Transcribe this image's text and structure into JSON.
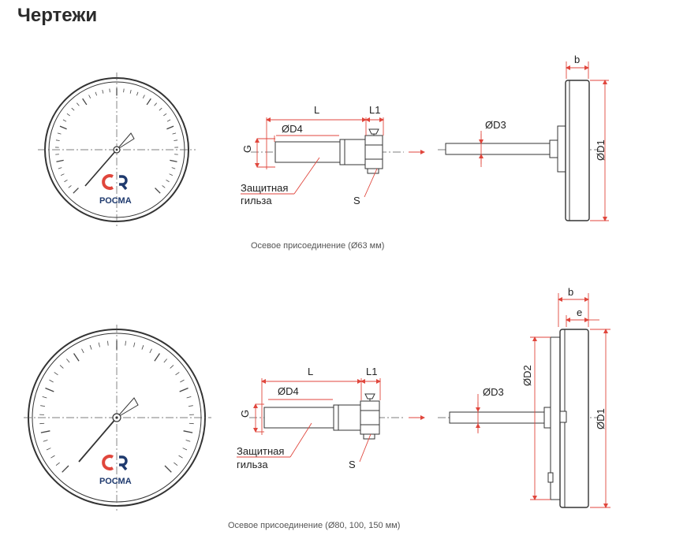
{
  "title": "Чертежи",
  "logo_text": "РОСМА",
  "drawings": [
    {
      "caption": "Осевое присоединение (Ø63 мм)",
      "labels": {
        "L": "L",
        "L1": "L1",
        "D4": "ØD4",
        "G": "G",
        "sleeve_line1": "Защитная",
        "sleeve_line2": "гильза",
        "S": "S",
        "D3": "ØD3",
        "b": "b",
        "D1": "ØD1"
      }
    },
    {
      "caption": "Осевое присоединение (Ø80, 100, 150 мм)",
      "labels": {
        "L": "L",
        "L1": "L1",
        "D4": "ØD4",
        "G": "G",
        "sleeve_line1": "Защитная",
        "sleeve_line2": "гильза",
        "S": "S",
        "D3": "ØD3",
        "b": "b",
        "e": "e",
        "D2": "ØD2",
        "D1": "ØD1"
      }
    }
  ],
  "colors": {
    "dimension": "#e0463c",
    "outline": "#333333",
    "logo_red": "#e0463c",
    "logo_blue": "#1f3a6e"
  }
}
